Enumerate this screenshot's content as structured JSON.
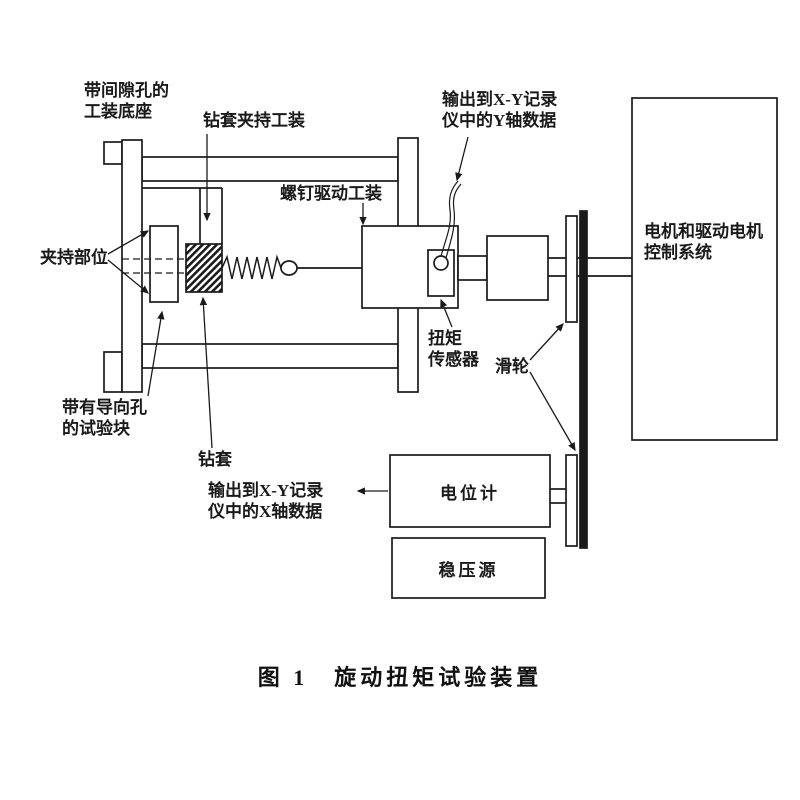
{
  "figure": {
    "caption": "图 1　旋动扭矩试验装置"
  },
  "labels": {
    "base": {
      "line1": "带间隙孔的",
      "line2": "工装底座"
    },
    "sleeve_fixture": "钻套夹持工装",
    "screw_drive": "螺钉驱动工装",
    "y_output": {
      "line1": "输出到X-Y记录",
      "line2": "仪中的Y轴数据"
    },
    "motor_control": {
      "line1": "电机和驱动电机",
      "line2": "控制系统"
    },
    "clamp_area": "夹持部位",
    "torque_sensor": {
      "line1": "扭矩",
      "line2": "传感器"
    },
    "pulley": "滑轮",
    "test_block": {
      "line1": "带有导向孔",
      "line2": "的试验块"
    },
    "drill_sleeve": "钻套",
    "x_output": {
      "line1": "输出到X-Y记录",
      "line2": "仪中的X轴数据"
    },
    "potentiometer": "电位计",
    "voltage_regulator": "稳压源"
  },
  "colors": {
    "ink": "#1a1a1a",
    "background": "#ffffff"
  }
}
